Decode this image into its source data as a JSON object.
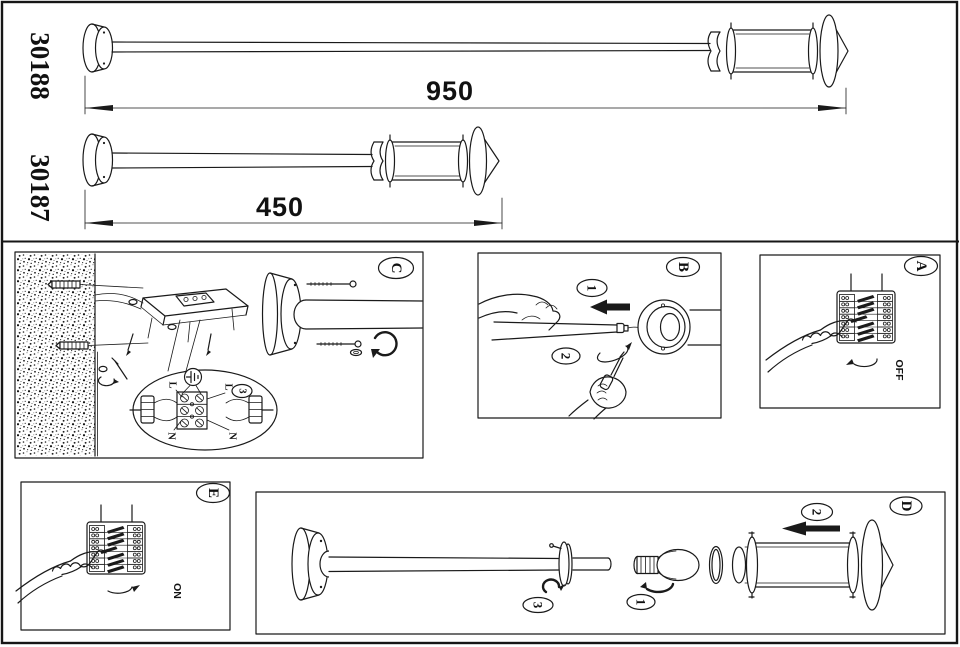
{
  "sheet": {
    "products": [
      {
        "code": "30188",
        "length": "950"
      },
      {
        "code": "30187",
        "length": "450"
      }
    ],
    "panels": {
      "c": {
        "label": "C",
        "terminal_live_left": "L",
        "terminal_live_right": "L",
        "terminal_neutral_left": "N",
        "terminal_neutral_right": "N",
        "terminal_step": "3"
      },
      "b": {
        "label": "B",
        "step_1": "1",
        "step_2": "2"
      },
      "a": {
        "label": "A",
        "power_state": "OFF"
      },
      "e": {
        "label": "E",
        "power_state": "ON"
      },
      "d": {
        "label": "D",
        "step_1": "1",
        "step_2": "2",
        "step_3": "3"
      }
    },
    "colors": {
      "line": "#1a1a1a",
      "paper": "#ffffff"
    }
  }
}
